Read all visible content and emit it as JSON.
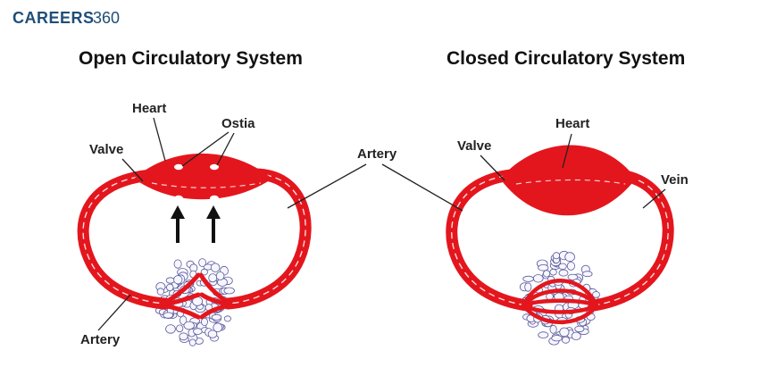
{
  "brand": {
    "name": "CAREERS",
    "number": "360",
    "color": "#1f4e79"
  },
  "colors": {
    "vessel": "#e4161d",
    "vessel_dark": "#c50f15",
    "arrow": "#111111",
    "tissue_stroke": "#5a5a9a"
  },
  "open_system": {
    "title": "Open Circulatory System",
    "labels": {
      "heart": "Heart",
      "ostia": "Ostia",
      "valve": "Valve",
      "artery_bottom": "Artery"
    }
  },
  "shared": {
    "artery_label": "Artery"
  },
  "closed_system": {
    "title": "Closed Circulatory System",
    "labels": {
      "heart": "Heart",
      "valve": "Valve",
      "vein": "Vein"
    }
  }
}
